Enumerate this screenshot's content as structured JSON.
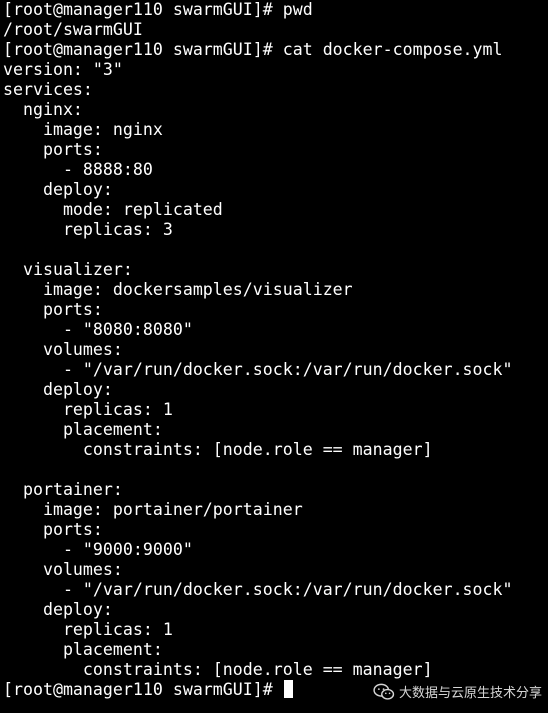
{
  "terminal": {
    "lines": [
      "[root@manager110 swarmGUI]# pwd",
      "/root/swarmGUI",
      "[root@manager110 swarmGUI]# cat docker-compose.yml",
      "version: \"3\"",
      "services:",
      "  nginx:",
      "    image: nginx",
      "    ports:",
      "      - 8888:80",
      "    deploy:",
      "      mode: replicated",
      "      replicas: 3",
      "",
      "  visualizer:",
      "    image: dockersamples/visualizer",
      "    ports:",
      "      - \"8080:8080\"",
      "    volumes:",
      "      - \"/var/run/docker.sock:/var/run/docker.sock\"",
      "    deploy:",
      "      replicas: 1",
      "      placement:",
      "        constraints: [node.role == manager]",
      "",
      "  portainer:",
      "    image: portainer/portainer",
      "    ports:",
      "      - \"9000:9000\"",
      "    volumes:",
      "      - \"/var/run/docker.sock:/var/run/docker.sock\"",
      "    deploy:",
      "      replicas: 1",
      "      placement:",
      "        constraints: [node.role == manager]"
    ],
    "prompt": "[root@manager110 swarmGUI]# "
  },
  "watermark": {
    "icon": "wechat-icon",
    "text": "大数据与云原生技术分享"
  },
  "colors": {
    "background": "#000000",
    "foreground": "#ffffff"
  }
}
